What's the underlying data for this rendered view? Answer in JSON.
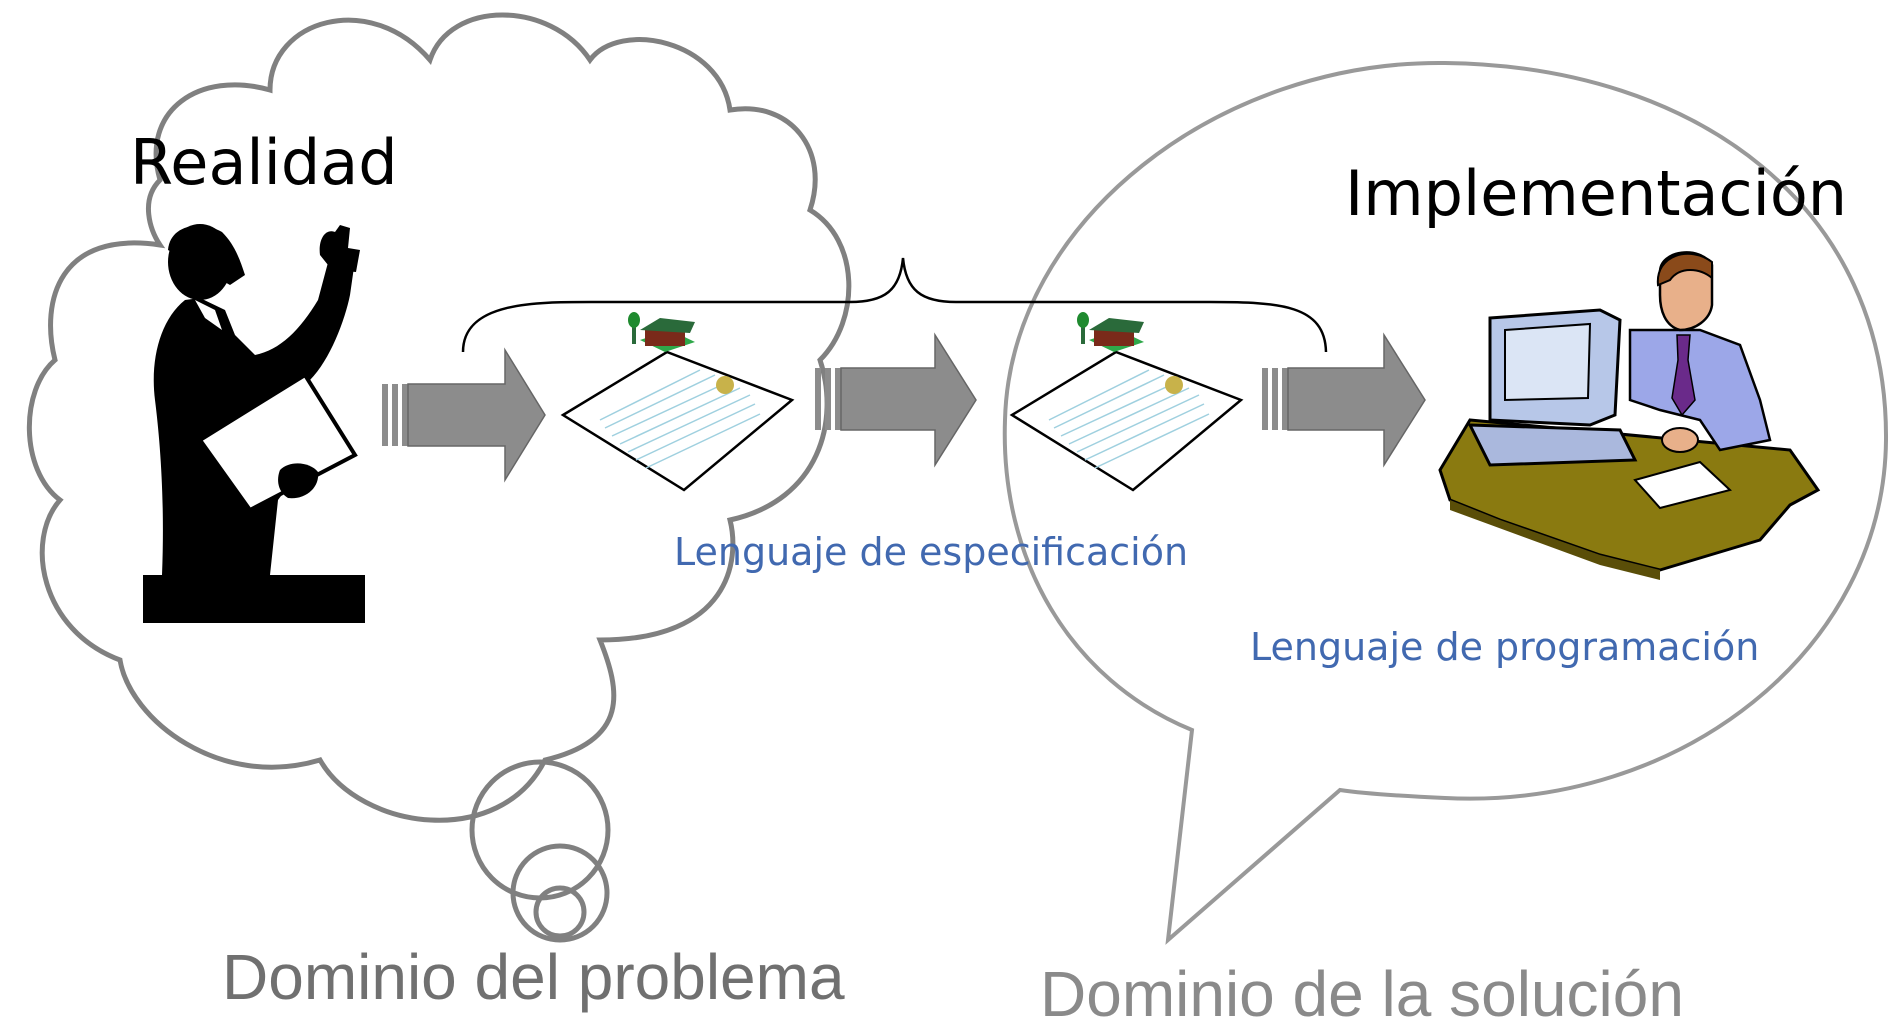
{
  "labels": {
    "realidad": "Realidad",
    "implementacion": "Implementación",
    "lenguaje_especificacion": "Lenguaje de especificación",
    "lenguaje_programacion": "Lenguaje de programación",
    "dominio_problema": "Dominio del problema",
    "dominio_solucion": "Dominio de la solución"
  },
  "colors": {
    "outline": "#808080",
    "blue_text": "#4169b0",
    "grey_text": "#707070",
    "grey_text_light": "#8a8a8a",
    "arrow_fill": "#8c8c8c",
    "black": "#000000"
  },
  "icons": [
    "speaker-silhouette-icon",
    "document-icon",
    "programmer-computer-icon"
  ]
}
